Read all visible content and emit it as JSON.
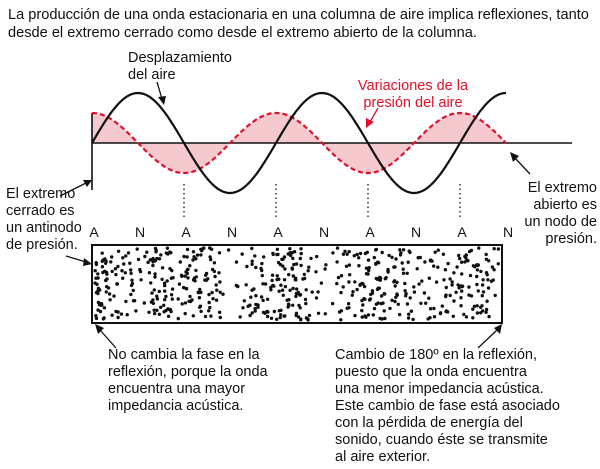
{
  "intro": [
    "La producción de una onda estacionaria en una columna de aire implica reflexiones, tanto",
    "desde el extremo cerrado como desde el extremo abierto de la columna."
  ],
  "labels": {
    "displacement": [
      "Desplazamiento",
      "del aire"
    ],
    "pressure": [
      "Variaciones de la",
      "presión del aire"
    ],
    "closed_end": [
      "El extremo",
      "cerrado es",
      "un antinodo",
      "de presión."
    ],
    "open_end": [
      "El extremo",
      "abierto es",
      "un nodo de",
      "presión."
    ],
    "no_phase_change": [
      "No cambia la fase en la",
      "reflexión, porque la onda",
      "encuentra una mayor",
      "impedancia acústica."
    ],
    "phase_change": [
      "Cambio de 180º en la reflexión,",
      "puesto que la onda encuentra",
      "una menor impedancia acústica.",
      "Este cambio de fase está asociado",
      "con la pérdida de energía del",
      "sonido, cuando éste se transmite",
      "al aire exterior."
    ]
  },
  "node_labels": [
    "A",
    "N",
    "A",
    "N",
    "A",
    "N",
    "A",
    "N",
    "A",
    "N"
  ],
  "colors": {
    "pressure": "#e0102a",
    "pressure_fill": "#f6c9cf",
    "ink": "#111111"
  }
}
